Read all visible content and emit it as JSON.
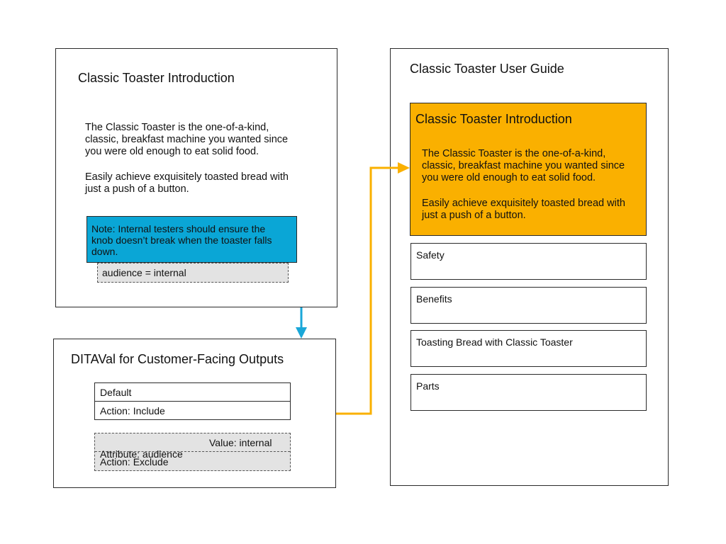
{
  "intro_panel": {
    "title": "Classic Toaster Introduction",
    "paragraph_1": "The  Classic Toaster is the one-of-a-kind,\nclassic, breakfast machine you wanted since\nyou were old enough to eat solid food.",
    "paragraph_2": "Easily achieve exquisitely toasted bread with\njust a push of a button.",
    "note": "Note: Internal testers should ensure the\nknob doesn’t break when the toaster falls\ndown.",
    "condition": "audience = internal"
  },
  "ditaval_panel": {
    "title": "DITAVal for Customer-Facing Outputs",
    "default_label": "Default",
    "default_action": "Action: Include",
    "attribute": "Attribute: audience",
    "value": "Value: internal",
    "exclude_action": "Action: Exclude"
  },
  "guide_panel": {
    "title": "Classic Toaster User Guide",
    "intro_title": "Classic Toaster Introduction",
    "intro_paragraph_1": "The  Classic Toaster is the one-of-a-kind,\nclassic, breakfast machine you wanted since\nyou were old enough to eat solid food.",
    "intro_paragraph_2": "Easily achieve exquisitely toasted bread with\njust a push of a button.",
    "topics": [
      "Safety",
      "Benefits",
      "Toasting Bread with Classic Toaster",
      "Parts"
    ]
  },
  "colors": {
    "note_blue": "#0aa6d6",
    "highlight_orange": "#fab000",
    "condition_gray": "#e3e3e3",
    "arrow_blue": "#1aa7d8",
    "arrow_orange": "#fab000"
  }
}
